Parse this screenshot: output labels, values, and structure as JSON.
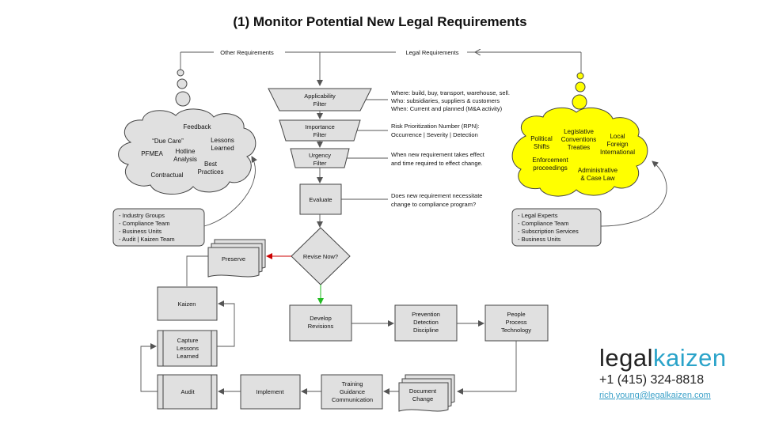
{
  "title": "(1) Monitor Potential New Legal Requirements",
  "top": {
    "other_requirements": "Other Requirements",
    "legal_requirements": "Legal Requirements"
  },
  "funnel": {
    "applicability": [
      "Applicability",
      "Filter"
    ],
    "importance": [
      "Importance",
      "Filter"
    ],
    "urgency": [
      "Urgency",
      "Filter"
    ],
    "evaluate": "Evaluate",
    "revise": "Revise Now?"
  },
  "notes": {
    "applicability": [
      "Where: build, buy, transport, warehouse, sell.",
      "Who: subsidiaries, suppliers & customers",
      "When: Current and planned (M&A activity)"
    ],
    "importance": [
      "Risk Prioritization Number (RPN):",
      "Occurrence | Severity | Detection"
    ],
    "urgency": [
      "When new requirement takes effect",
      "and time required to effect change."
    ],
    "evaluate": [
      "Does new requirement necessitate",
      "change to compliance program?"
    ]
  },
  "left_cloud": {
    "feedback": "Feedback",
    "due_care": "“Due Care”",
    "lessons": [
      "Lessons",
      "Learned"
    ],
    "pfmea": "PFMEA",
    "hotline": [
      "Hotline",
      "Analysis"
    ],
    "best": [
      "Best",
      "Practices"
    ],
    "contractual": "Contractual"
  },
  "right_cloud": {
    "political": [
      "Political",
      "Shifts"
    ],
    "legislative": [
      "Legislative",
      "Conventions",
      "Treaties"
    ],
    "local": [
      "Local",
      "Foreign",
      "International"
    ],
    "enforcement": [
      "Enforcement",
      "proceedings"
    ],
    "administrative": [
      "Administrative",
      "& Case Law"
    ]
  },
  "left_sources": [
    "- Industry Groups",
    "- Compliance Team",
    "- Business Units",
    "- Audit | Kaizen Team"
  ],
  "right_sources": [
    "- Legal Experts",
    "- Compliance Team",
    "- Subscription Services",
    "- Business Units"
  ],
  "process": {
    "preserve": "Preserve",
    "kaizen": "Kaizen",
    "capture": [
      "Capture",
      "Lessons",
      "Learned"
    ],
    "audit": "Audit",
    "implement": "Implement",
    "training": [
      "Training",
      "Guidance",
      "Communication"
    ],
    "document": [
      "Document",
      "Change"
    ],
    "develop": [
      "Develop",
      "Revisions"
    ],
    "prevention": [
      "Prevention",
      "Detection",
      "Discipline"
    ],
    "people": [
      "People",
      "Process",
      "Technology"
    ]
  },
  "brand": {
    "legal": "legal",
    "kaizen": "kaizen",
    "phone": "+1 (415) 324-8818",
    "email": "rich.young@legalkaizen.com",
    "legal_color": "#222222",
    "kaizen_color": "#2aa3c9"
  },
  "colors": {
    "shape_fill": "#e0e0e0",
    "yellow": "#ffff00",
    "red_arrow": "#cc0000",
    "green_arrow": "#22bb22"
  }
}
